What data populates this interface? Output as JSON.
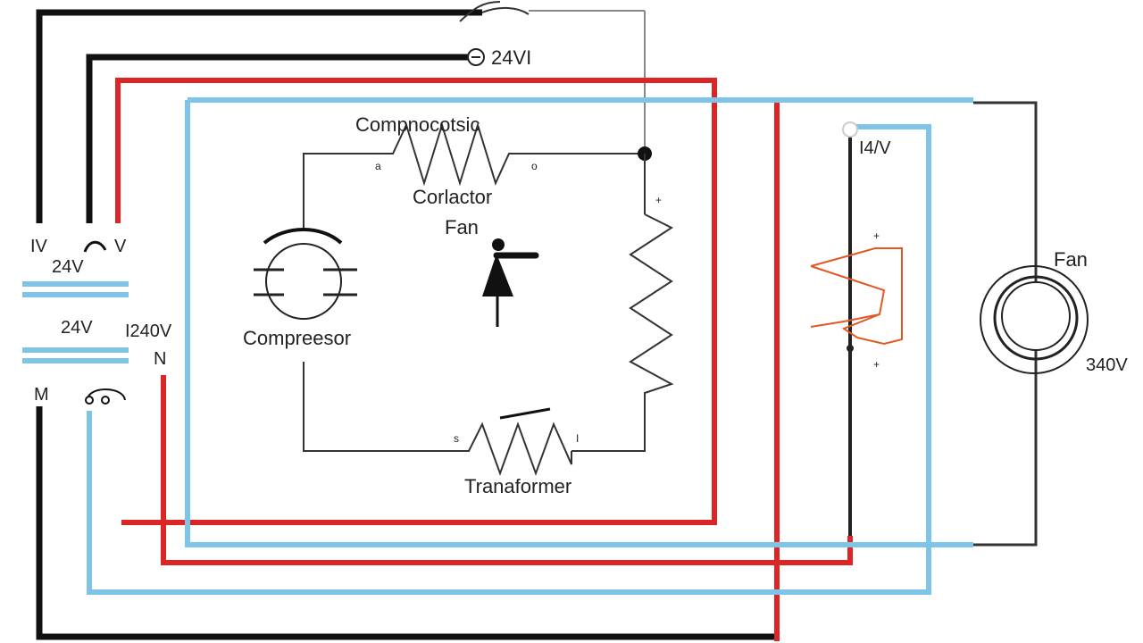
{
  "labels": {
    "top_voltage": "24VI",
    "compressor_contact": "Compnocotsic",
    "contactor": "Corlactor",
    "fan_center": "Fan",
    "compressor": "Compreesor",
    "transformer": "Tranaformer",
    "right_voltage": "I4/V",
    "fan_right": "Fan",
    "fan_voltage": "340V",
    "left_1v": "IV",
    "left_v": "V",
    "left_24v_a": "24V",
    "left_24v_b": "24V",
    "left_240v": "I240V",
    "left_n": "N",
    "left_m": "M"
  },
  "colors": {
    "black_wire": "#111111",
    "red_wire": "#dc2626",
    "blue_wire": "#7ec4e8",
    "orange_element": "#e25822"
  }
}
